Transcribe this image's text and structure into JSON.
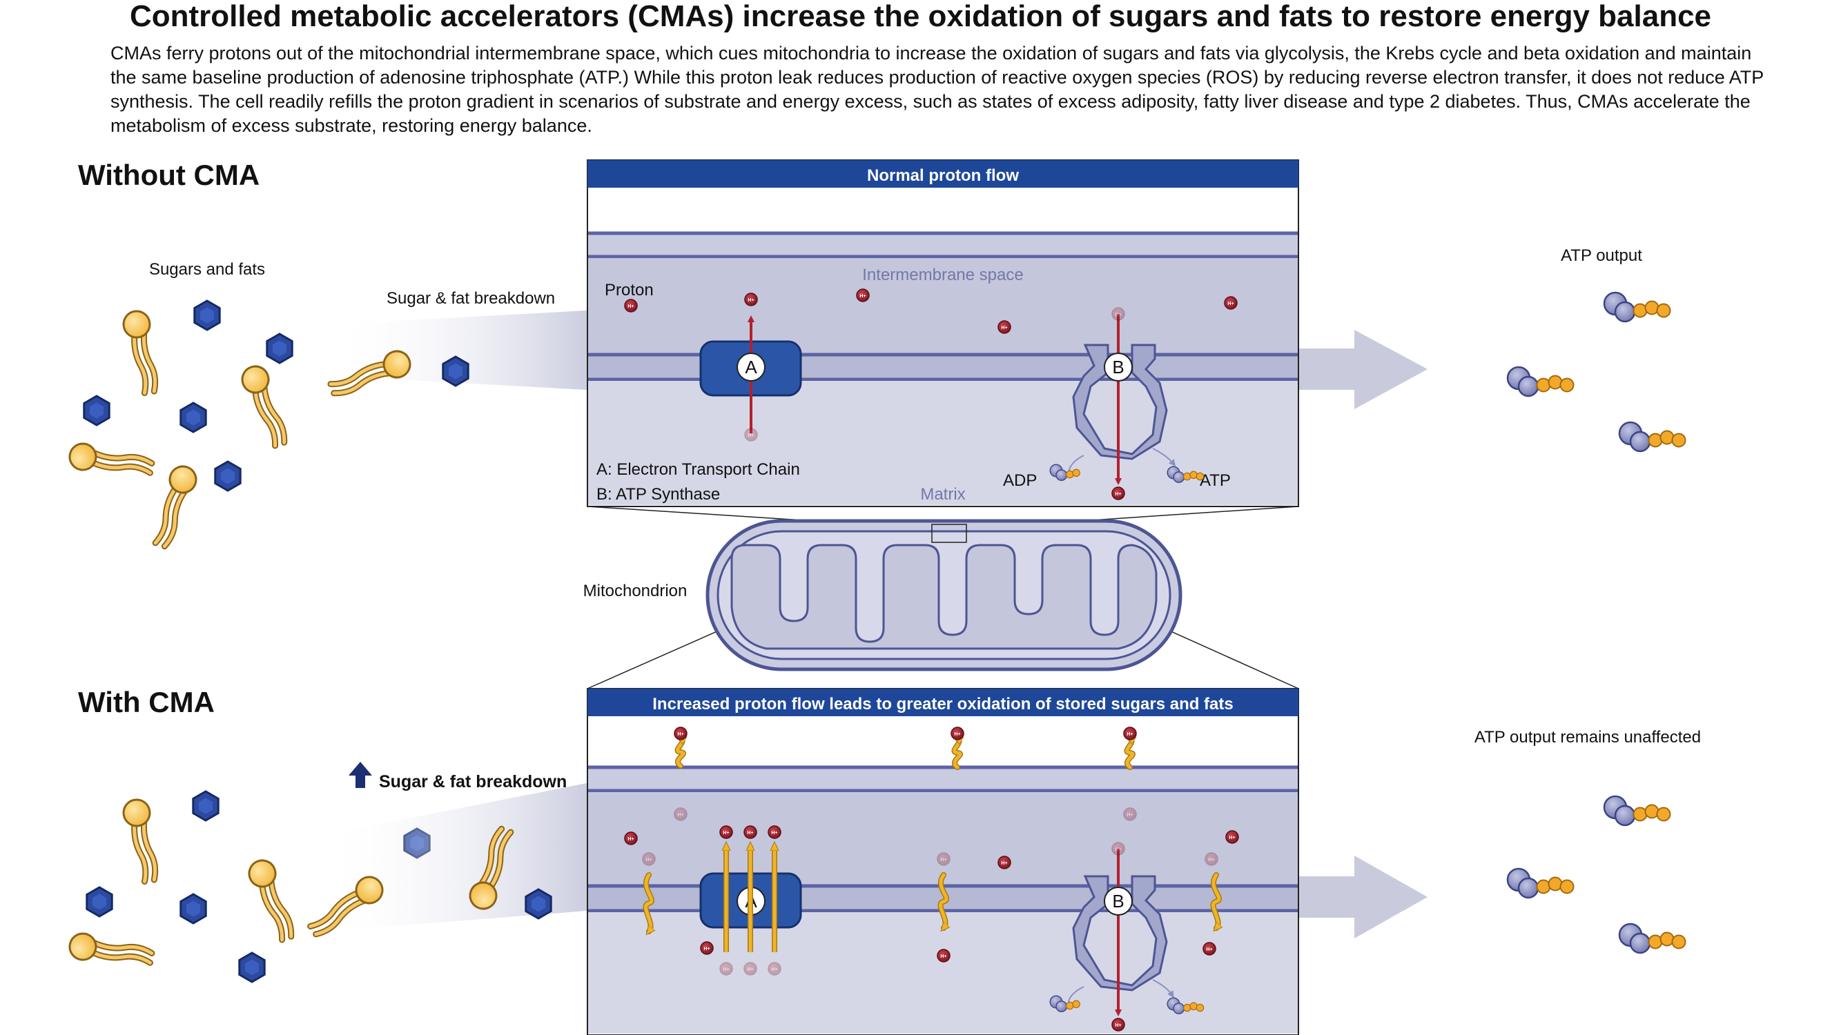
{
  "title": "Controlled metabolic accelerators (CMAs) increase the oxidation of sugars and fats to restore energy balance",
  "intro": "CMAs ferry protons out of the mitochondrial intermembrane space, which cues mitochondria to increase the oxidation of sugars and fats via glycolysis, the Krebs cycle and beta oxidation and maintain the same baseline production of adenosine triphosphate (ATP.) While this proton leak reduces production of reactive oxygen species (ROS) by reducing reverse electron transfer, it does not reduce ATP synthesis. The cell readily refills the proton gradient in scenarios of substrate and energy excess, such as states of excess adiposity, fatty liver disease and type 2 diabetes. Thus, CMAs accelerate the metabolism of excess substrate, restoring energy balance.",
  "top": {
    "section_label": "Without CMA",
    "substrate_label": "Sugars and fats",
    "breakdown_label": "Sugar & fat breakdown",
    "panel_header": "Normal proton flow",
    "proton_label": "Proton",
    "intermembrane_label": "Intermembrane space",
    "matrix_label": "Matrix",
    "legend_a": "A: Electron Transport Chain",
    "legend_b": "B: ATP Synthase",
    "adp_label": "ADP",
    "atp_label": "ATP",
    "marker_a": "A",
    "marker_b": "B",
    "output_label": "ATP output"
  },
  "middle": {
    "mitochondrion_label": "Mitochondrion"
  },
  "bottom": {
    "section_label": "With CMA",
    "breakdown_label": "Sugar & fat breakdown",
    "panel_header": "Increased proton flow leads to greater oxidation of stored sugars and fats",
    "marker_a": "A",
    "marker_b": "B",
    "output_label": "ATP output remains unaffected"
  },
  "proton_symbol": "H+",
  "colors": {
    "header_blue": "#1e4799",
    "membrane_fill": "#c9cbe0",
    "membrane_line": "#5b63a3",
    "etc_blue": "#2b56a8",
    "proton_red": "#8e1b25",
    "flow_arrow_red": "#b3202d",
    "cma_arrow_yellow": "#f0b429",
    "sugar_hex_blue": "#2c4aa0",
    "fat_head_yellow": "#f6c14d",
    "atp_phosphate_orange": "#f4a82a",
    "adenosine_grey": "#8a90c0",
    "big_arrow_grey": "#c9cbdc"
  }
}
